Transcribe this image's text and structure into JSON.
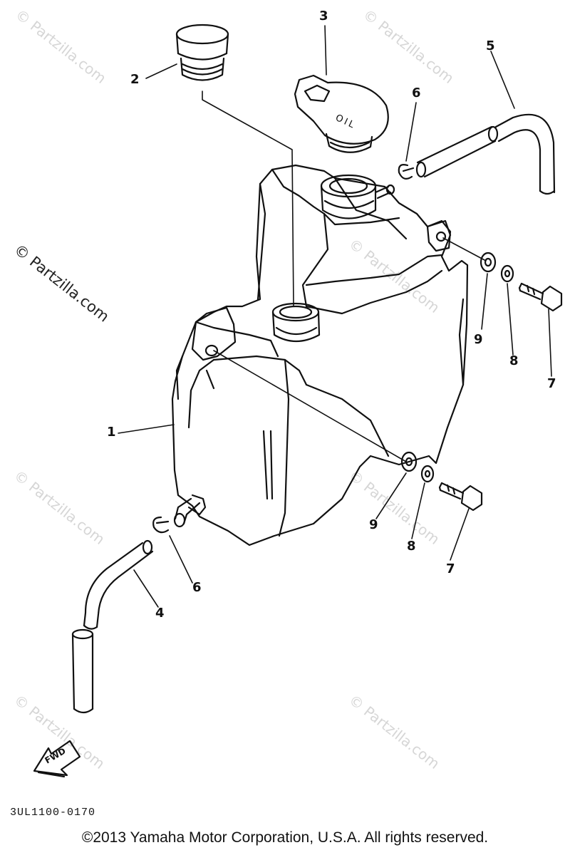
{
  "watermark": {
    "main": "© Partzilla.com",
    "tile": "© Partzilla.com"
  },
  "callouts": {
    "c1": "1",
    "c2": "2",
    "c3": "3",
    "c4": "4",
    "c5": "5",
    "c6a": "6",
    "c6b": "6",
    "c7a": "7",
    "c7b": "7",
    "c8a": "8",
    "c8b": "8",
    "c9a": "9",
    "c9b": "9"
  },
  "cap_text": "OIL",
  "fwd_label": "FWD",
  "diagram_code": "3UL1100-0170",
  "copyright": "©2013 Yamaha Motor Corporation, U.S.A. All rights reserved."
}
